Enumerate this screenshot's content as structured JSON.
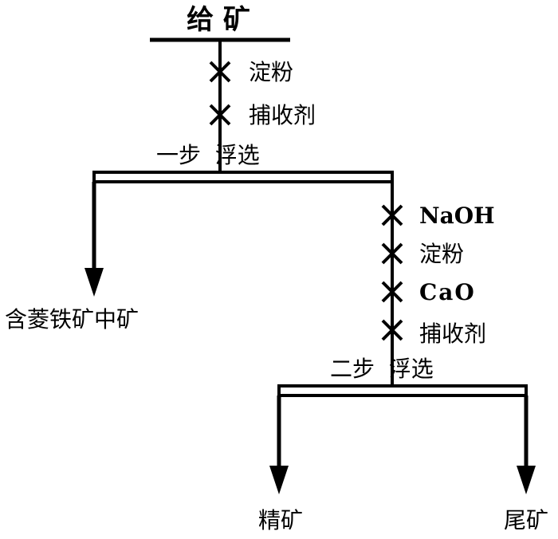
{
  "diagram": {
    "feed": "给 矿",
    "stage1": {
      "label": "一步  浮选",
      "reagents": [
        "淀粉",
        "捕收剂"
      ]
    },
    "stage1_output": "含菱铁矿中矿",
    "stage2": {
      "label": "二步  浮选",
      "reagents": [
        "NaOH",
        "淀粉",
        "CaO",
        "捕收剂"
      ]
    },
    "concentrate": "精矿",
    "tailings": "尾矿"
  }
}
